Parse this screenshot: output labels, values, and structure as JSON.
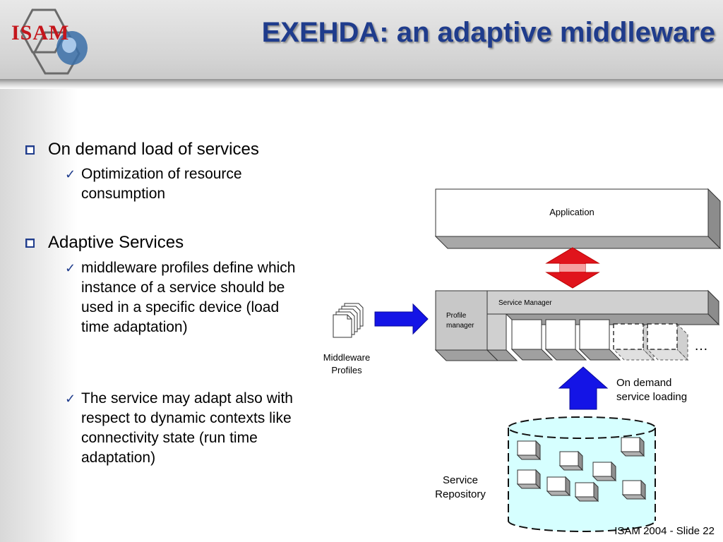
{
  "header": {
    "logo_text": "ISAM",
    "title": "EXEHDA: an adaptive middleware"
  },
  "bullets": [
    {
      "text": "On demand load of services",
      "subitems": [
        {
          "lines": [
            "Optimization of resource",
            "consumption"
          ]
        }
      ]
    },
    {
      "text": "Adaptive Services",
      "subitems": [
        {
          "lines": [
            "middleware profiles define which",
            "instance of a service should be",
            "used in a specific device (load",
            "time adaptation)"
          ]
        },
        {
          "lines": [
            "The service may adapt also with",
            "respect to dynamic contexts like",
            "connectivity state (run time",
            "adaptation)"
          ]
        }
      ]
    }
  ],
  "diagram": {
    "application_label": "Application",
    "service_manager_label": "Service Manager",
    "profile_manager_label": [
      "Profile",
      "manager"
    ],
    "ellipsis": "…",
    "middleware_profiles_label": [
      "Middleware",
      "Profiles"
    ],
    "on_demand_label": [
      "On demand",
      "service loading"
    ],
    "service_repository_label": [
      "Service",
      "Repository"
    ]
  },
  "colors": {
    "title": "#1f3c8c",
    "logo": "#c4161c",
    "arrow_blue": "#1414e6",
    "arrow_red": "#e0141c",
    "repository_fill": "#d6ffff"
  },
  "icons": {
    "bullet_level1": "square-bullet-icon",
    "bullet_level2": "checkmark-icon"
  },
  "footer": {
    "text": "ISAM 2004 - Slide 22"
  }
}
